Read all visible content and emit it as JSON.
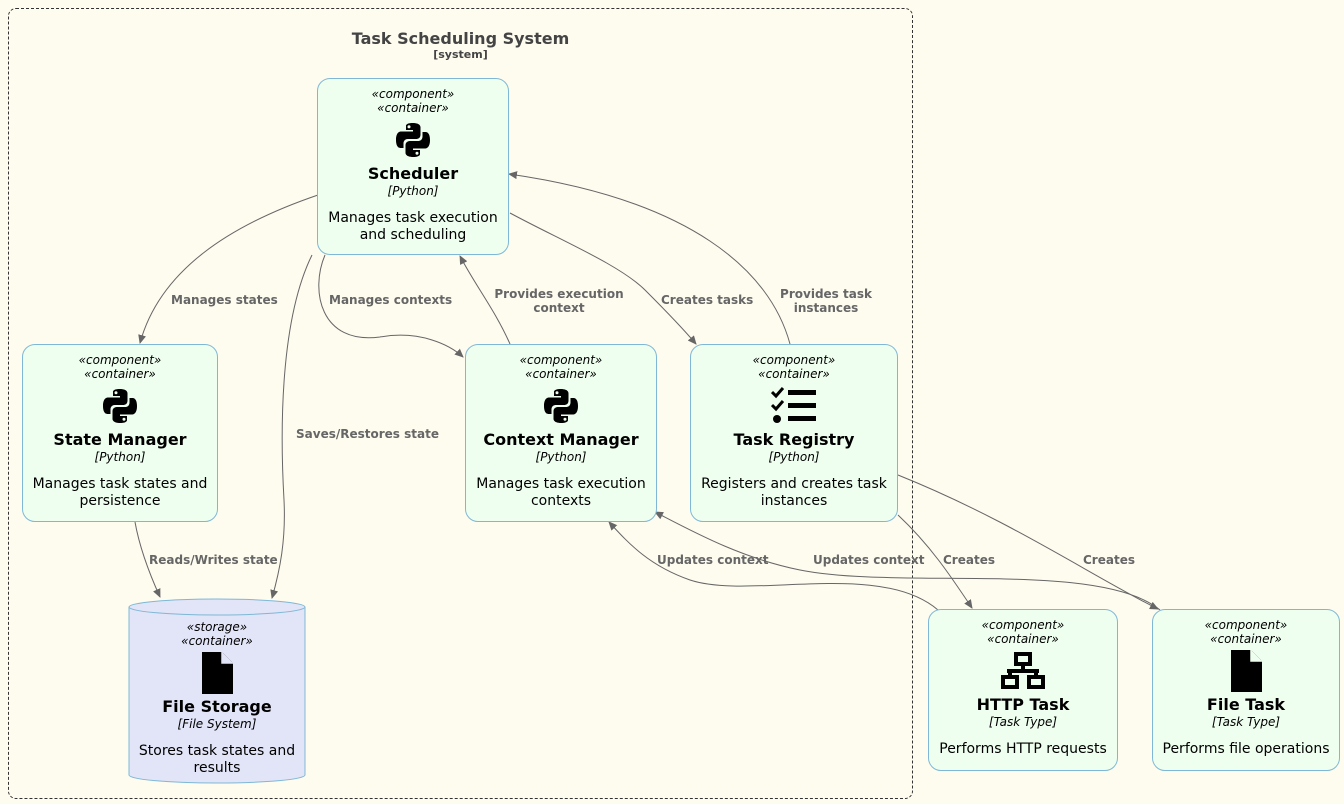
{
  "system": {
    "title": "Task Scheduling System",
    "subtitle": "[system]"
  },
  "nodes": {
    "scheduler": {
      "stereo1": "«component»",
      "stereo2": "«container»",
      "name": "Scheduler",
      "tech": "[Python]",
      "desc": "Manages task execution and scheduling",
      "icon": "python-icon"
    },
    "state_manager": {
      "stereo1": "«component»",
      "stereo2": "«container»",
      "name": "State Manager",
      "tech": "[Python]",
      "desc": "Manages task states and persistence",
      "icon": "python-icon"
    },
    "context_manager": {
      "stereo1": "«component»",
      "stereo2": "«container»",
      "name": "Context Manager",
      "tech": "[Python]",
      "desc": "Manages task execution contexts",
      "icon": "python-icon"
    },
    "task_registry": {
      "stereo1": "«component»",
      "stereo2": "«container»",
      "name": "Task Registry",
      "tech": "[Python]",
      "desc": "Registers and creates task instances",
      "icon": "checklist-icon"
    },
    "file_storage": {
      "stereo1": "«storage»",
      "stereo2": "«container»",
      "name": "File Storage",
      "tech": "[File System]",
      "desc": "Stores task states and results",
      "icon": "file-icon"
    },
    "http_task": {
      "stereo1": "«component»",
      "stereo2": "«container»",
      "name": "HTTP Task",
      "tech": "[Task Type]",
      "desc": "Performs HTTP requests",
      "icon": "network-icon"
    },
    "file_task": {
      "stereo1": "«component»",
      "stereo2": "«container»",
      "name": "File Task",
      "tech": "[Task Type]",
      "desc": "Performs file operations",
      "icon": "file-icon"
    }
  },
  "edges": {
    "manages_states": "Manages states",
    "manages_contexts": "Manages contexts",
    "provides_execution_context_1": "Provides execution",
    "provides_execution_context_2": "context",
    "creates_tasks": "Creates tasks",
    "provides_task_instances_1": "Provides task",
    "provides_task_instances_2": "instances",
    "saves_restores_state": "Saves/Restores state",
    "reads_writes_state": "Reads/Writes state",
    "updates_context_http": "Updates context",
    "updates_context_file": "Updates context",
    "creates_http": "Creates",
    "creates_file": "Creates"
  },
  "colors": {
    "background": "#fefbef",
    "node_fill": "#efffef",
    "storage_fill": "#e2e4f7",
    "border": "#7fb8d6",
    "edge": "#666666"
  }
}
